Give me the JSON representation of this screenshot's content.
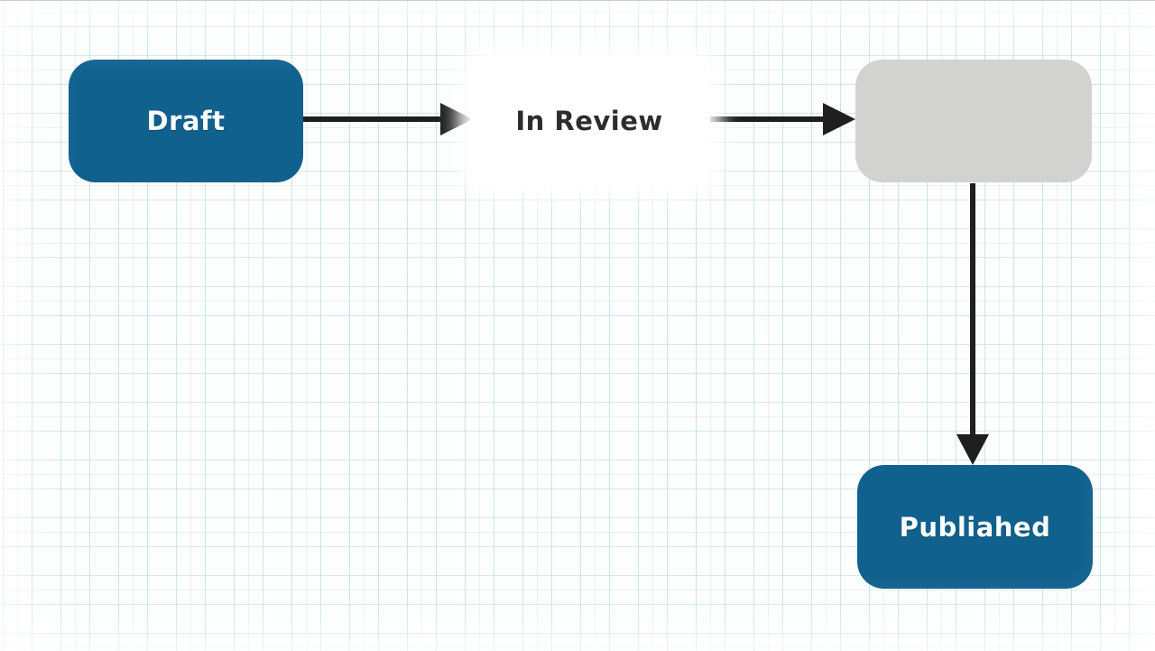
{
  "diagram": {
    "type": "flowchart",
    "background": "grid-paper",
    "nodes": {
      "draft": {
        "label": "Draft",
        "shape": "rounded-rect",
        "fill": "#11618e",
        "text_color": "#ffffff"
      },
      "in_review": {
        "label": "In Review",
        "shape": "rounded-rect",
        "fill": "#ffffff",
        "text_color": "#2d2d2d"
      },
      "unlabeled": {
        "label": "",
        "shape": "rounded-rect",
        "fill": "#d2d2d0",
        "text_color": "#555555"
      },
      "published": {
        "label": "Publiahed",
        "shape": "rounded-rect",
        "fill": "#11618e",
        "text_color": "#ffffff"
      }
    },
    "edges": [
      {
        "from": "draft",
        "to": "in_review",
        "direction": "right"
      },
      {
        "from": "in_review",
        "to": "unlabeled",
        "direction": "right"
      },
      {
        "from": "unlabeled",
        "to": "published",
        "direction": "down"
      }
    ],
    "colors": {
      "node_blue": "#11618e",
      "node_gray": "#d2d2d0",
      "arrow": "#1f1f1f",
      "grid_line": "#cde6e1",
      "background": "#fdfffe"
    }
  }
}
